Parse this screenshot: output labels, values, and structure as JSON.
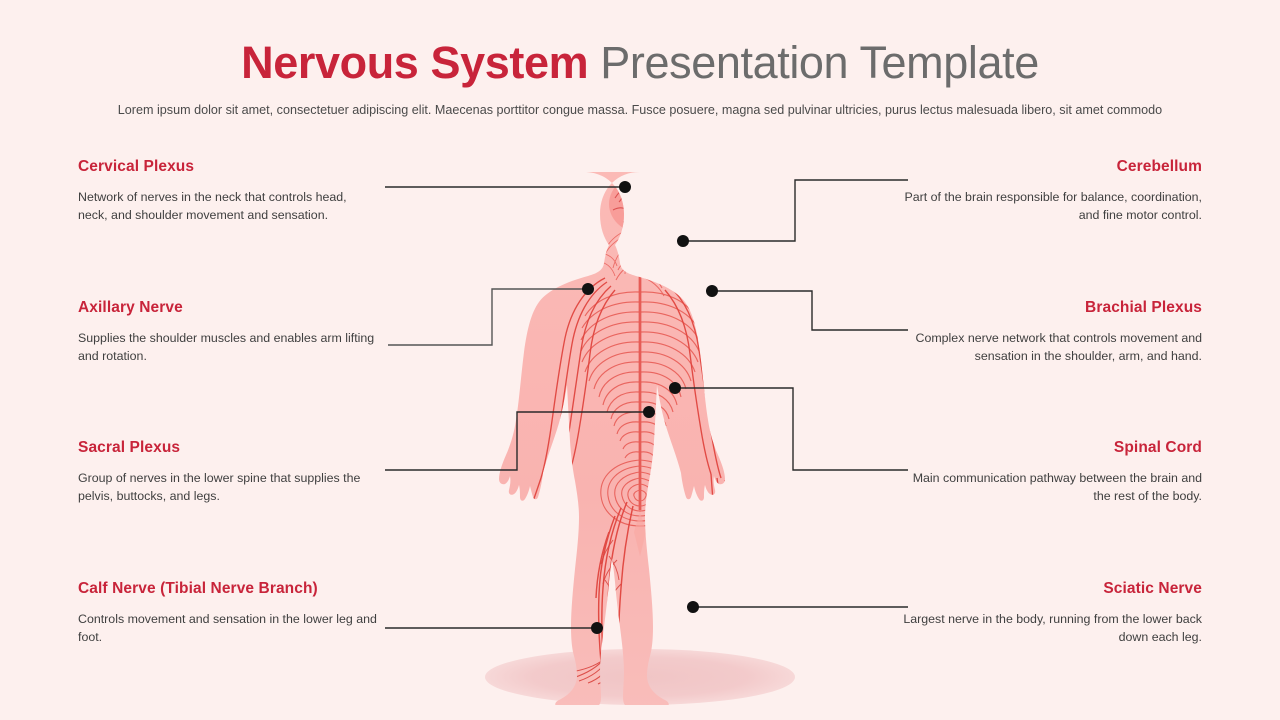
{
  "header": {
    "title_accent": "Nervous System",
    "title_plain": " Presentation Template",
    "subtitle": "Lorem ipsum dolor sit amet, consectetuer adipiscing elit. Maecenas porttitor congue massa. Fusce posuere, magna sed pulvinar ultricies, purus lectus malesuada libero, sit amet commodo"
  },
  "colors": {
    "background": "#fdf0ee",
    "accent_red": "#c8243a",
    "title_gray": "#6c6c6c",
    "body_text": "#3f3f3f",
    "connector": "#555555",
    "dot": "#111111",
    "body_fill": "#f9b3b0",
    "nerve_stroke": "#e8554f",
    "shadow": "#f2c3c4"
  },
  "figure": {
    "name": "human-nervous-system-illustration",
    "description": "Front-facing human body silhouette with the central and peripheral nervous system drawn in red over a pink body, standing on an elliptical shadow"
  },
  "labels": {
    "left": [
      {
        "id": "cervical-plexus",
        "title": "Cervical Plexus",
        "desc": "Network of nerves in the neck that controls head, neck, and shoulder movement and sensation."
      },
      {
        "id": "axillary-nerve",
        "title": "Axillary Nerve",
        "desc": "Supplies the shoulder muscles and enables arm lifting and rotation."
      },
      {
        "id": "sacral-plexus",
        "title": "Sacral Plexus",
        "desc": "Group of nerves in the lower spine that supplies the pelvis, buttocks, and legs."
      },
      {
        "id": "calf-nerve",
        "title": "Calf Nerve (Tibial Nerve Branch)",
        "desc": "Controls movement and sensation in the lower leg and foot."
      }
    ],
    "right": [
      {
        "id": "cerebellum",
        "title": "Cerebellum",
        "desc": "Part of the brain responsible for balance, coordination, and fine motor control."
      },
      {
        "id": "brachial-plexus",
        "title": "Brachial Plexus",
        "desc": "Complex nerve network that controls movement and sensation in the shoulder, arm, and hand."
      },
      {
        "id": "spinal-cord",
        "title": "Spinal Cord",
        "desc": "Main communication pathway between the brain and the rest of the body."
      },
      {
        "id": "sciatic-nerve",
        "title": "Sciatic Nerve",
        "desc": "Largest nerve in the body, running from the lower back down each leg."
      }
    ]
  }
}
